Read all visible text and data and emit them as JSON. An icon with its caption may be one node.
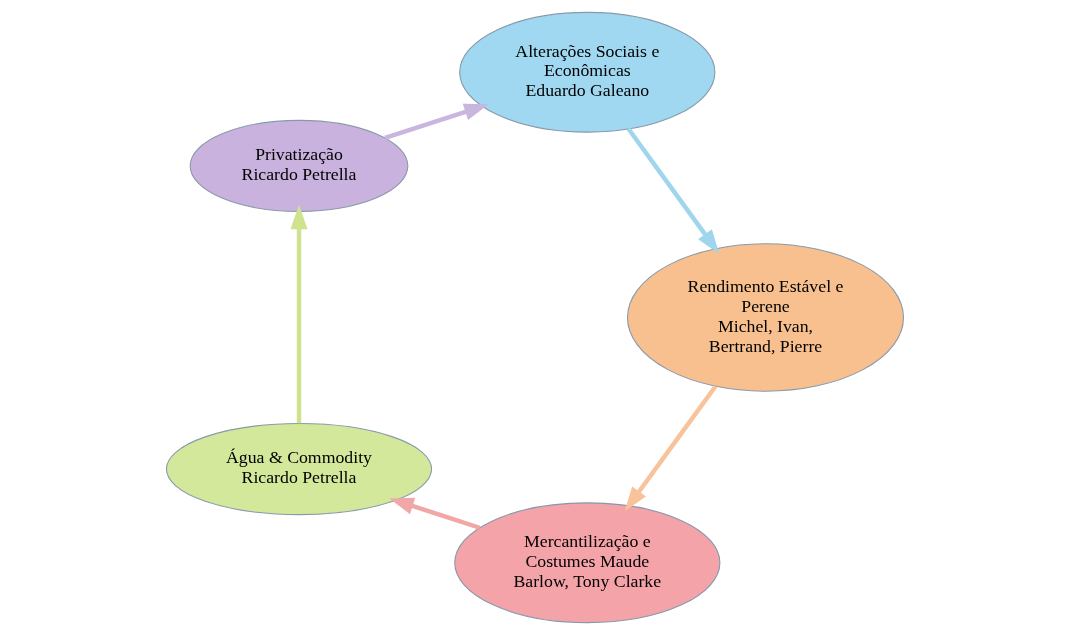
{
  "diagram": {
    "nodes": [
      {
        "text": [
          "Mercantilização e Costumes Maude Barlow, Tony Clarke"
        ]
      },
      {
        "text": [
          "Água & Commodity",
          "Ricardo Petrella"
        ]
      },
      {
        "text": [
          "Privatização",
          "Ricardo Petrella"
        ]
      },
      {
        "text": [
          "Alterações Sociais e Econômicas",
          "Eduardo Galeano"
        ]
      },
      {
        "text": [
          "Rendimento Estável e Perene",
          "Michel, Ivan, Bertrand, Pierre"
        ]
      }
    ],
    "edges": [
      {
        "from": 0,
        "to": 1,
        "arrow": "to",
        "color": "#f2a7a7"
      },
      {
        "from": 1,
        "to": 2,
        "arrow": "to",
        "color": "#cfe38f"
      },
      {
        "from": 2,
        "to": 3,
        "arrow": "to",
        "color": "#c8b6df"
      },
      {
        "from": 3,
        "to": 4,
        "arrow": "to",
        "color": "#9fd6ee"
      },
      {
        "from": 4,
        "to": 0,
        "arrow": "to",
        "color": "#f8c39a"
      }
    ]
  }
}
